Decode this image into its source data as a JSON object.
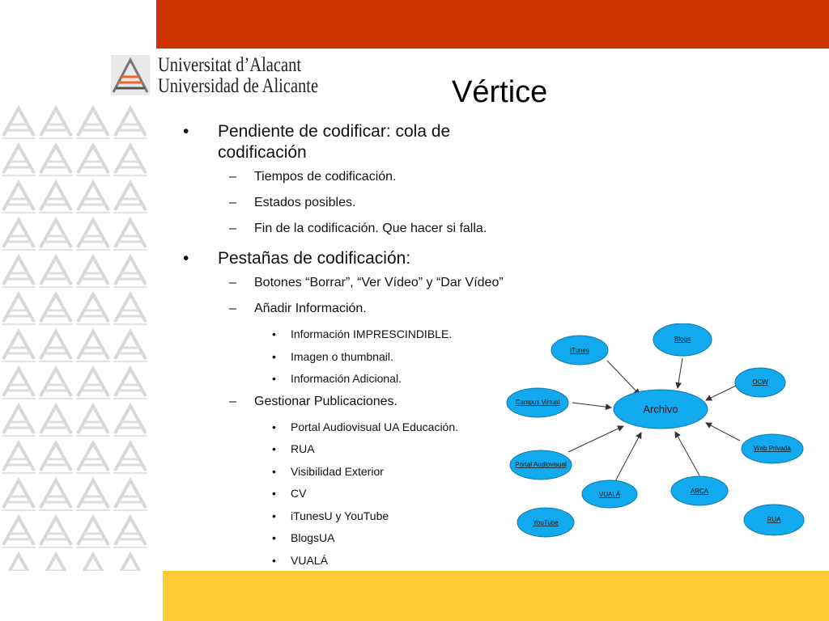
{
  "logo": {
    "line1": "Universitat d’Alacant",
    "line2": "Universidad de Alicante"
  },
  "title": "Vértice",
  "markers": {
    "level1": "•",
    "level2": "–",
    "level3": "•"
  },
  "bullets": {
    "b1": "Pendiente de codificar: cola de codificación",
    "b1_sub": [
      "Tiempos de codificación.",
      "Estados posibles.",
      "Fin de la codificación. Que hacer si falla."
    ],
    "b2": "Pestañas de codificación:",
    "b2_sub1": "Botones “Borrar”, “Ver Vídeo” y “Dar Vídeo”",
    "b2_sub2": "Añadir Información.",
    "b2_sub2_items": [
      "Información IMPRESCINDIBLE.",
      "Imagen o thumbnail.",
      "Información Adicional."
    ],
    "b2_sub3": "Gestionar Publicaciones.",
    "b2_sub3_items": [
      "Portal Audiovisual UA Educación.",
      "RUA",
      "Visibilidad Exterior",
      "CV",
      "iTunesU y YouTube",
      "BlogsUA",
      "VUALÁ"
    ]
  },
  "diagram": {
    "center": "Archivo",
    "nodes": {
      "itunes": "iTunes",
      "blogs": "Blogs",
      "ocw": "OCW",
      "campus": "Campus Virtual",
      "webprivada": "Web Privada",
      "portal": "Portal Audiovisual",
      "vuala": "VUALÁ",
      "arca": "ARCA",
      "youtube": "YouTube",
      "rua": "RUA"
    },
    "node_color": "#11aaee"
  }
}
